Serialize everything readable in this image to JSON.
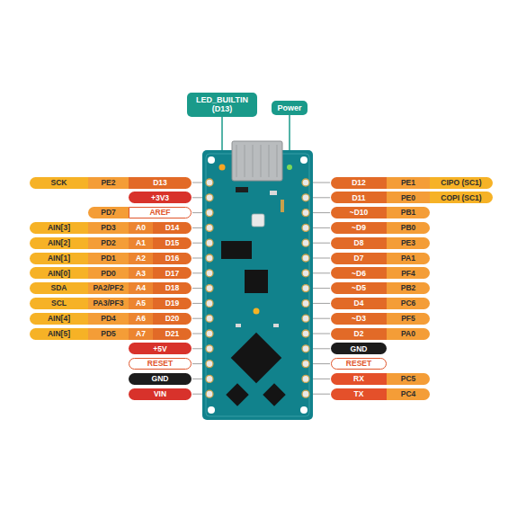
{
  "diagram": {
    "nodes": [
      {
        "text": [
          "LED_BUILTIN (D13)"
        ]
      },
      {
        "text": [
          "Power"
        ]
      },
      {
        "text": [
          "SCK"
        ]
      },
      {
        "text": [
          "PE2"
        ]
      },
      {
        "text": [
          "D13"
        ]
      },
      {
        "text": [
          "D12"
        ]
      },
      {
        "text": [
          "PE1"
        ]
      },
      {
        "text": [
          "CIPO (SC1)"
        ]
      },
      {
        "text": [
          "+3V3"
        ]
      },
      {
        "text": [
          "D11"
        ]
      },
      {
        "text": [
          "PE0"
        ]
      },
      {
        "text": [
          "COPI (SC1)"
        ]
      },
      {
        "text": [
          "PD7"
        ]
      },
      {
        "text": [
          "AREF"
        ]
      },
      {
        "text": [
          "~D10"
        ]
      },
      {
        "text": [
          "PB1"
        ]
      },
      {
        "text": [
          "AIN[3]"
        ]
      },
      {
        "text": [
          "PD3"
        ]
      },
      {
        "text": [
          "A0"
        ]
      },
      {
        "text": [
          "D14"
        ]
      },
      {
        "text": [
          "~D9"
        ]
      },
      {
        "text": [
          "PB0"
        ]
      },
      {
        "text": [
          "AIN[2]"
        ]
      },
      {
        "text": [
          "PD2"
        ]
      },
      {
        "text": [
          "A1"
        ]
      },
      {
        "text": [
          "D15"
        ]
      },
      {
        "text": [
          "D8"
        ]
      },
      {
        "text": [
          "PE3"
        ]
      },
      {
        "text": [
          "AIN[1]"
        ]
      },
      {
        "text": [
          "PD1"
        ]
      },
      {
        "text": [
          "A2"
        ]
      },
      {
        "text": [
          "D16"
        ]
      },
      {
        "text": [
          "D7"
        ]
      },
      {
        "text": [
          "PA1"
        ]
      },
      {
        "text": [
          "AIN[0]"
        ]
      },
      {
        "text": [
          "PD0"
        ]
      },
      {
        "text": [
          "A3"
        ]
      },
      {
        "text": [
          "D17"
        ]
      },
      {
        "text": [
          "~D6"
        ]
      },
      {
        "text": [
          "PF4"
        ]
      },
      {
        "text": [
          "SDA"
        ]
      },
      {
        "text": [
          "PA2/PF2"
        ]
      },
      {
        "text": [
          "A4"
        ]
      },
      {
        "text": [
          "D18"
        ]
      },
      {
        "text": [
          "~D5"
        ]
      },
      {
        "text": [
          "PB2"
        ]
      },
      {
        "text": [
          "SCL"
        ]
      },
      {
        "text": [
          "PA3/PF3"
        ]
      },
      {
        "text": [
          "A5"
        ]
      },
      {
        "text": [
          "D19"
        ]
      },
      {
        "text": [
          "D4"
        ]
      },
      {
        "text": [
          "PC6"
        ]
      },
      {
        "text": [
          "AIN[4]"
        ]
      },
      {
        "text": [
          "PD4"
        ]
      },
      {
        "text": [
          "A6"
        ]
      },
      {
        "text": [
          "D20"
        ]
      },
      {
        "text": [
          "~D3"
        ]
      },
      {
        "text": [
          "PF5"
        ]
      },
      {
        "text": [
          "AIN[5]"
        ]
      },
      {
        "text": [
          "PD5"
        ]
      },
      {
        "text": [
          "A7"
        ]
      },
      {
        "text": [
          "D21"
        ]
      },
      {
        "text": [
          "D2"
        ]
      },
      {
        "text": [
          "PA0"
        ]
      },
      {
        "text": [
          "+5V"
        ]
      },
      {
        "text": [
          "GND"
        ]
      },
      {
        "text": [
          "RESET"
        ]
      },
      {
        "text": [
          "RESET"
        ]
      },
      {
        "text": [
          "GND"
        ]
      },
      {
        "text": [
          "RX"
        ]
      },
      {
        "text": [
          "PC5"
        ]
      },
      {
        "text": [
          "VIN"
        ]
      },
      {
        "text": [
          "TX"
        ]
      },
      {
        "text": [
          "PC4"
        ]
      }
    ]
  }
}
